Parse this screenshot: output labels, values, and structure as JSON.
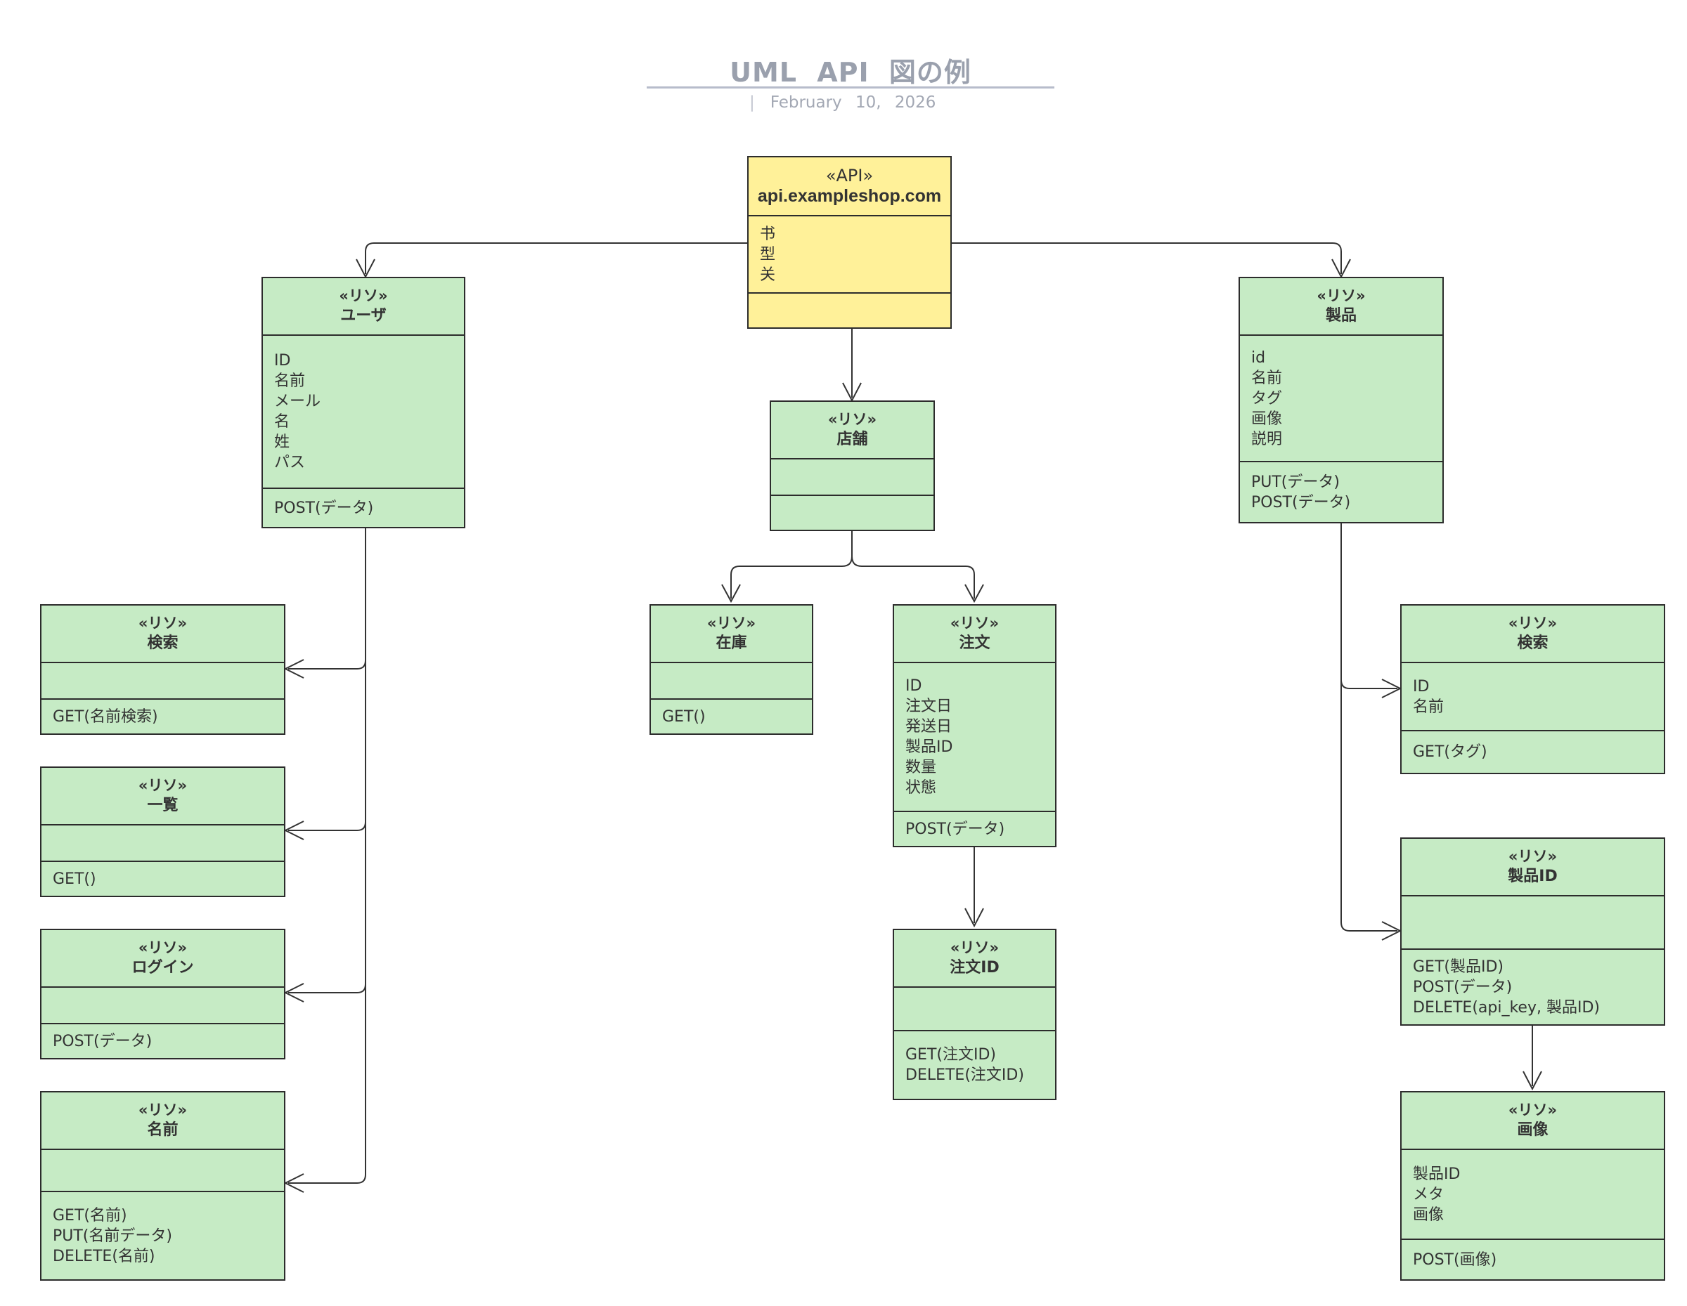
{
  "header": {
    "title": "UML API 図の例",
    "date": "February 10, 2026"
  },
  "colors": {
    "api_fill": "#fff199",
    "resource_fill": "#c6ebc5",
    "stroke": "#2c2c2c"
  },
  "classes": {
    "api": {
      "stereotype": "«API»",
      "name": "api.exampleshop.com",
      "attributes": [
        "书",
        "型",
        "关"
      ],
      "operations": []
    },
    "user": {
      "stereotype": "«リソ»",
      "name": "ユーザ",
      "attributes": [
        "ID",
        "名前",
        "メール",
        "名",
        "姓",
        "パス"
      ],
      "operations": [
        "POST(データ)"
      ]
    },
    "store": {
      "stereotype": "«リソ»",
      "name": "店舗",
      "attributes": [],
      "operations": []
    },
    "product": {
      "stereotype": "«リソ»",
      "name": "製品",
      "attributes": [
        "id",
        "名前",
        "タグ",
        "画像",
        "説明"
      ],
      "operations": [
        "PUT(データ)",
        "POST(データ)"
      ]
    },
    "user_search": {
      "stereotype": "«リソ»",
      "name": "検索",
      "attributes": [],
      "operations": [
        "GET(名前検索)"
      ]
    },
    "user_list": {
      "stereotype": "«リソ»",
      "name": "一覧",
      "attributes": [],
      "operations": [
        "GET()"
      ]
    },
    "user_login": {
      "stereotype": "«リソ»",
      "name": "ログイン",
      "attributes": [],
      "operations": [
        "POST(データ)"
      ]
    },
    "user_name": {
      "stereotype": "«リソ»",
      "name": "名前",
      "attributes": [],
      "operations": [
        "GET(名前)",
        "PUT(名前データ)",
        "DELETE(名前)"
      ]
    },
    "inventory": {
      "stereotype": "«リソ»",
      "name": "在庫",
      "attributes": [],
      "operations": [
        "GET()"
      ]
    },
    "order": {
      "stereotype": "«リソ»",
      "name": "注文",
      "attributes": [
        "ID",
        "注文日",
        "発送日",
        "製品ID",
        "数量",
        "状態"
      ],
      "operations": [
        "POST(データ)"
      ]
    },
    "order_id": {
      "stereotype": "«リソ»",
      "name": "注文ID",
      "attributes": [],
      "operations": [
        "GET(注文ID)",
        "DELETE(注文ID)"
      ]
    },
    "product_tags": {
      "stereotype": "«リソ»",
      "name": "検索",
      "attributes": [
        "ID",
        "名前"
      ],
      "operations": [
        "GET(タグ)"
      ]
    },
    "product_id": {
      "stereotype": "«リソ»",
      "name": "製品ID",
      "attributes": [],
      "operations": [
        "GET(製品ID)",
        "POST(データ)",
        "DELETE(api_key, 製品ID)"
      ]
    },
    "product_image": {
      "stereotype": "«リソ»",
      "name": "画像",
      "attributes": [
        "製品ID",
        "メタ",
        "画像"
      ],
      "operations": [
        "POST(画像)"
      ]
    }
  }
}
